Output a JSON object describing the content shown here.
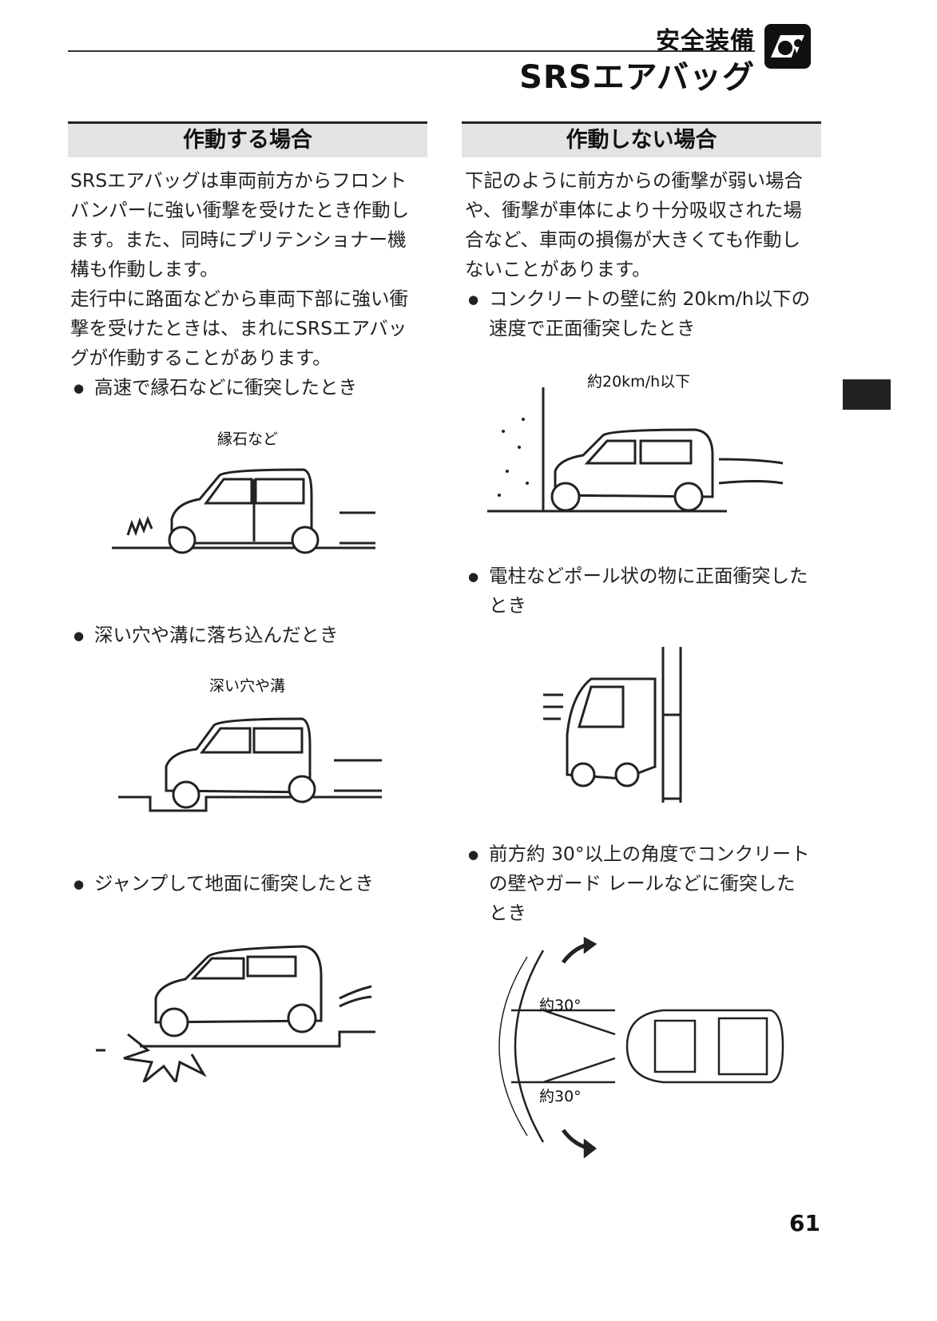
{
  "header": {
    "category": "安全装備",
    "title": "SRSエアバッグ",
    "icon": "airbag-occupant-icon"
  },
  "left": {
    "heading": "作動する場合",
    "paragraph": [
      "SRSエアバッグは車両前方からフロント",
      "バンパーに強い衝撃を受けたとき作動し",
      "ます。また、同時にプリテンショナー機",
      "構も作動します。",
      "走行中に路面などから車両下部に強い衝",
      "撃を受けたときは、まれにSRSエアバッ",
      "グが作動することがあります。"
    ],
    "cases": [
      {
        "text": [
          "高速で縁石などに衝突したとき"
        ],
        "label": "縁石など"
      },
      {
        "text": [
          "深い穴や溝に落ち込んだとき"
        ],
        "label": "深い穴や溝"
      },
      {
        "text": [
          "ジャンプして地面に衝突したとき"
        ]
      }
    ]
  },
  "right": {
    "heading": "作動しない場合",
    "paragraph": [
      "下記のように前方からの衝撃が弱い場合",
      "や、衝撃が車体により十分吸収された場",
      "合など、車両の損傷が大きくても作動し",
      "ないことがあります。"
    ],
    "cases": [
      {
        "text": [
          "コンクリートの壁に約 20km/h以下の",
          "速度で正面衝突したとき"
        ],
        "label": "約20km/h以下"
      },
      {
        "text": [
          "電柱などポール状の物に正面衝突した",
          "とき"
        ]
      },
      {
        "text": [
          "前方約 30°以上の角度でコンクリート",
          "の壁やガード レールなどに衝突した",
          "とき"
        ],
        "labels": [
          "約30°",
          "約30°"
        ]
      }
    ]
  },
  "page_number": "61"
}
